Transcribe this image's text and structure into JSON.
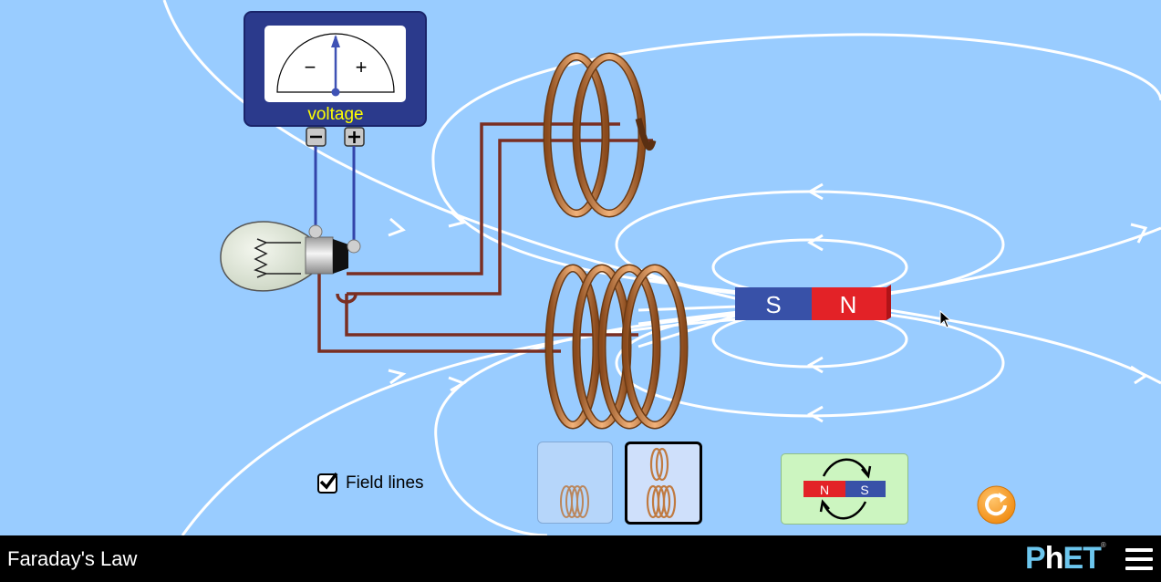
{
  "navbar": {
    "title": "Faraday's Law",
    "logo_text": "PhET"
  },
  "voltmeter": {
    "label": "voltage",
    "minus_sign": "−",
    "plus_sign": "+"
  },
  "magnet": {
    "left_pole": "S",
    "right_pole": "N"
  },
  "flip_magnet_icon": {
    "left_pole": "N",
    "right_pole": "S"
  },
  "controls": {
    "field_lines_label": "Field lines",
    "field_lines_checked": true
  },
  "colors": {
    "background": "#99ccff",
    "voltmeter_body": "#2b3a8c",
    "voltmeter_label": "#ffff00",
    "magnet_south": "#3851a8",
    "magnet_north": "#e32227",
    "wire": "#7a2e22",
    "coil": "#c97a3c",
    "reset_button": "#f7931e",
    "field_line": "#ffffff"
  },
  "icons": {
    "checkbox": "checkmark-icon",
    "menu": "hamburger-menu-icon",
    "reset": "reset-arrow-icon",
    "flip": "circular-arrows-icon"
  }
}
